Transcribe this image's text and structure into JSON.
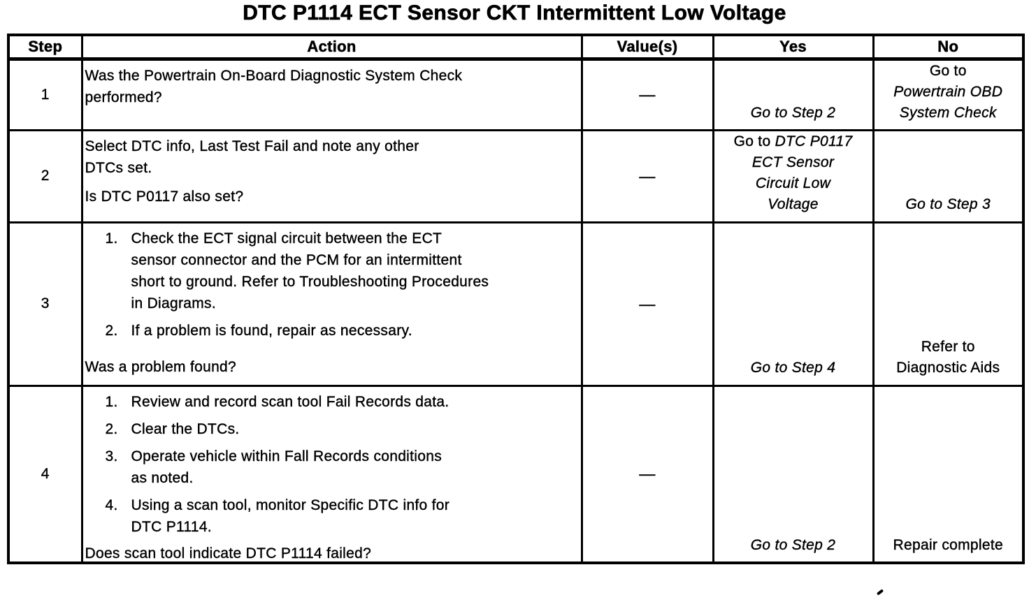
{
  "title": "DTC P1114 ECT Sensor CKT Intermittent Low Voltage",
  "table": {
    "headers": [
      "Step",
      "Action",
      "Value(s)",
      "Yes",
      "No"
    ],
    "rows": [
      {
        "step": "1",
        "action": {
          "paragraphs": [
            "Was the Powertrain On-Board Diagnostic System Check\nperformed?"
          ],
          "items": [],
          "question": ""
        },
        "value": "—",
        "yes": {
          "lines": [
            [
              {
                "t": "Go to Step 2",
                "i": true
              }
            ]
          ]
        },
        "no": {
          "lines": [
            [
              {
                "t": "Go to",
                "i": false
              }
            ],
            [
              {
                "t": "Powertrain OBD",
                "i": true
              }
            ],
            [
              {
                "t": "System Check",
                "i": true
              }
            ]
          ]
        }
      },
      {
        "step": "2",
        "action": {
          "paragraphs": [
            "Select DTC info, Last Test Fail and note any other\nDTCs set.",
            "Is DTC P0117 also set?"
          ],
          "items": [],
          "question": ""
        },
        "value": "—",
        "yes": {
          "lines": [
            [
              {
                "t": "Go to ",
                "i": false
              },
              {
                "t": "DTC P0117",
                "i": true
              }
            ],
            [
              {
                "t": "ECT Sensor",
                "i": true
              }
            ],
            [
              {
                "t": "Circuit Low",
                "i": true
              }
            ],
            [
              {
                "t": "Voltage",
                "i": true
              }
            ]
          ]
        },
        "no": {
          "lines": [
            [
              {
                "t": "Go to Step 3",
                "i": true
              }
            ]
          ]
        }
      },
      {
        "step": "3",
        "action": {
          "paragraphs": [],
          "items": [
            {
              "num": "1.",
              "text": "Check the ECT signal circuit between the ECT\nsensor connector and the PCM for an intermittent\nshort to ground. Refer to Troubleshooting Procedures\nin Diagrams."
            },
            {
              "num": "2.",
              "text": "If a problem is found, repair as necessary."
            }
          ],
          "question": "Was a problem found?"
        },
        "value": "—",
        "yes": {
          "lines": [
            [
              {
                "t": "Go to Step 4",
                "i": true
              }
            ]
          ]
        },
        "no": {
          "lines": [
            [
              {
                "t": "Refer to",
                "i": false
              }
            ],
            [
              {
                "t": "Diagnostic Aids",
                "i": false
              }
            ]
          ]
        }
      },
      {
        "step": "4",
        "action": {
          "paragraphs": [],
          "items": [
            {
              "num": "1.",
              "text": "Review and record scan tool Fail Records data."
            },
            {
              "num": "2.",
              "text": "Clear the DTCs."
            },
            {
              "num": "3.",
              "text": "Operate vehicle within Fall Records conditions\nas noted."
            },
            {
              "num": "4.",
              "text": "Using a scan tool, monitor Specific DTC info for\nDTC P1114."
            }
          ],
          "question": "Does scan tool indicate DTC P1114 failed?"
        },
        "value": "—",
        "yes": {
          "lines": [
            [
              {
                "t": "Go to Step 2",
                "i": true
              }
            ]
          ]
        },
        "no": {
          "lines": [
            [
              {
                "t": "Repair complete",
                "i": false
              }
            ]
          ]
        }
      }
    ]
  }
}
